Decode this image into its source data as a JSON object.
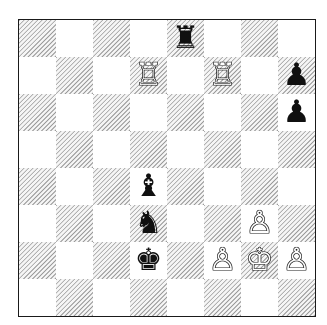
{
  "board": {
    "size": 8,
    "orientation": "white-bottom",
    "colors": {
      "light_square": "#ffffff",
      "dark_square_hatch": "#9a9a9a",
      "border": "#1a1a1a"
    },
    "pieces": [
      {
        "square": "e8",
        "color": "black",
        "type": "rook",
        "icon": "black-rook-icon",
        "glyph": "♜"
      },
      {
        "square": "d7",
        "color": "white",
        "type": "rook",
        "icon": "white-rook-icon",
        "glyph": "♖"
      },
      {
        "square": "f7",
        "color": "white",
        "type": "rook",
        "icon": "white-rook-icon",
        "glyph": "♖"
      },
      {
        "square": "h7",
        "color": "black",
        "type": "pawn",
        "icon": "black-pawn-icon",
        "glyph": "♟"
      },
      {
        "square": "h6",
        "color": "black",
        "type": "pawn",
        "icon": "black-pawn-icon",
        "glyph": "♟"
      },
      {
        "square": "d4",
        "color": "black",
        "type": "bishop",
        "icon": "black-bishop-icon",
        "glyph": "♝"
      },
      {
        "square": "d3",
        "color": "black",
        "type": "knight",
        "icon": "black-knight-icon",
        "glyph": "♞"
      },
      {
        "square": "g3",
        "color": "white",
        "type": "pawn",
        "icon": "white-pawn-icon",
        "glyph": "♙"
      },
      {
        "square": "d2",
        "color": "black",
        "type": "king",
        "icon": "black-king-icon",
        "glyph": "♚"
      },
      {
        "square": "f2",
        "color": "white",
        "type": "pawn",
        "icon": "white-pawn-icon",
        "glyph": "♙"
      },
      {
        "square": "g2",
        "color": "white",
        "type": "king",
        "icon": "white-king-icon",
        "glyph": "♔"
      },
      {
        "square": "h2",
        "color": "white",
        "type": "pawn",
        "icon": "white-pawn-icon",
        "glyph": "♙"
      }
    ]
  }
}
